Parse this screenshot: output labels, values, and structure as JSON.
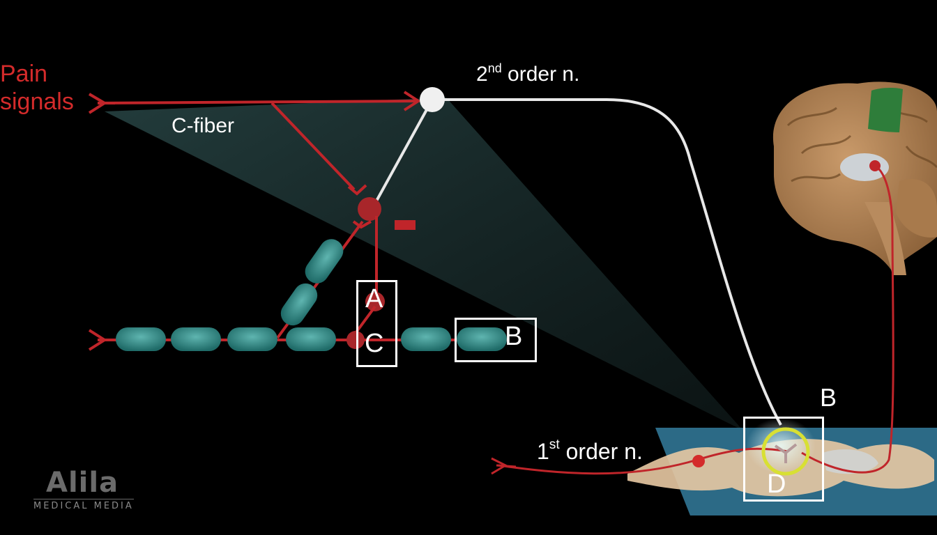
{
  "labels": {
    "pain_line1": "Pain",
    "pain_line2": "signals",
    "c_fiber": "C-fiber",
    "second_order_main": "2",
    "second_order_sup": "nd",
    "second_order_rest": " order n.",
    "first_order_main": "1",
    "first_order_sup": "st",
    "first_order_rest": " order n.",
    "minus": "-",
    "box_a": "A",
    "box_c": "C",
    "box_b": "B",
    "box_b_spinal": "B",
    "box_d": "D"
  },
  "logo": {
    "name": "Alila",
    "subtitle": "MEDICAL MEDIA"
  },
  "colors": {
    "pain_red": "#d42b2b",
    "myelin_teal": "#2a8a86",
    "brain_tan": "#b98a5a",
    "cortex_green": "#2e7d3a",
    "highlight_yellow": "#d8e033",
    "spinal_blue": "#2c6a86"
  }
}
